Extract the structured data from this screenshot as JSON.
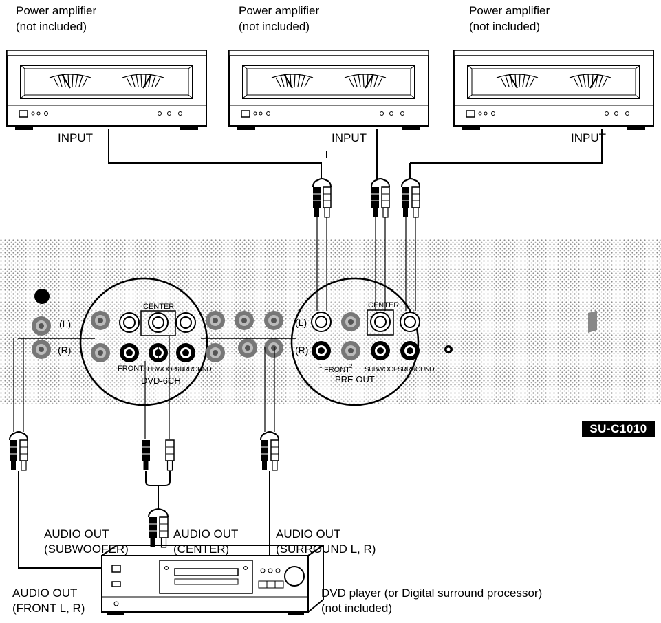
{
  "amplifiers": [
    {
      "caption_line1": "Power amplifier",
      "caption_line2": "(not included)",
      "input_label": "INPUT"
    },
    {
      "caption_line1": "Power amplifier",
      "caption_line2": "(not included)",
      "input_label": "INPUT"
    },
    {
      "caption_line1": "Power amplifier",
      "caption_line2": "(not included)",
      "input_label": "INPUT"
    }
  ],
  "receiver": {
    "model": "SU-C1010",
    "left_panel": {
      "channel_l": "L",
      "channel_r": "R",
      "center": "CENTER",
      "front": "FRONT",
      "subwoofer": "SUBWOOFER",
      "surround": "SURROUND",
      "input_name": "DVD-6CH"
    },
    "right_panel": {
      "channel_l": "L",
      "channel_r": "R",
      "center": "CENTER",
      "front": "FRONT",
      "front_num1": "1",
      "front_num2": "2",
      "subwoofer": "SUBWOOFER",
      "surround": "SURROUND",
      "output_name": "PRE OUT"
    }
  },
  "dvd_outputs": {
    "subwoofer_line1": "AUDIO OUT",
    "subwoofer_line2": "(SUBWOOFER)",
    "center_line1": "AUDIO OUT",
    "center_line2": "(CENTER)",
    "surround_line1": "AUDIO OUT",
    "surround_line2": "(SURROUND L, R)",
    "front_line1": "AUDIO OUT",
    "front_line2": "(FRONT L, R)"
  },
  "dvd_player": {
    "caption_line1": "DVD player (or Digital surround processor)",
    "caption_line2": "(not included)"
  },
  "colors": {
    "ink": "#000000",
    "panel_shade": "#cfcfcf",
    "background": "#ffffff"
  }
}
